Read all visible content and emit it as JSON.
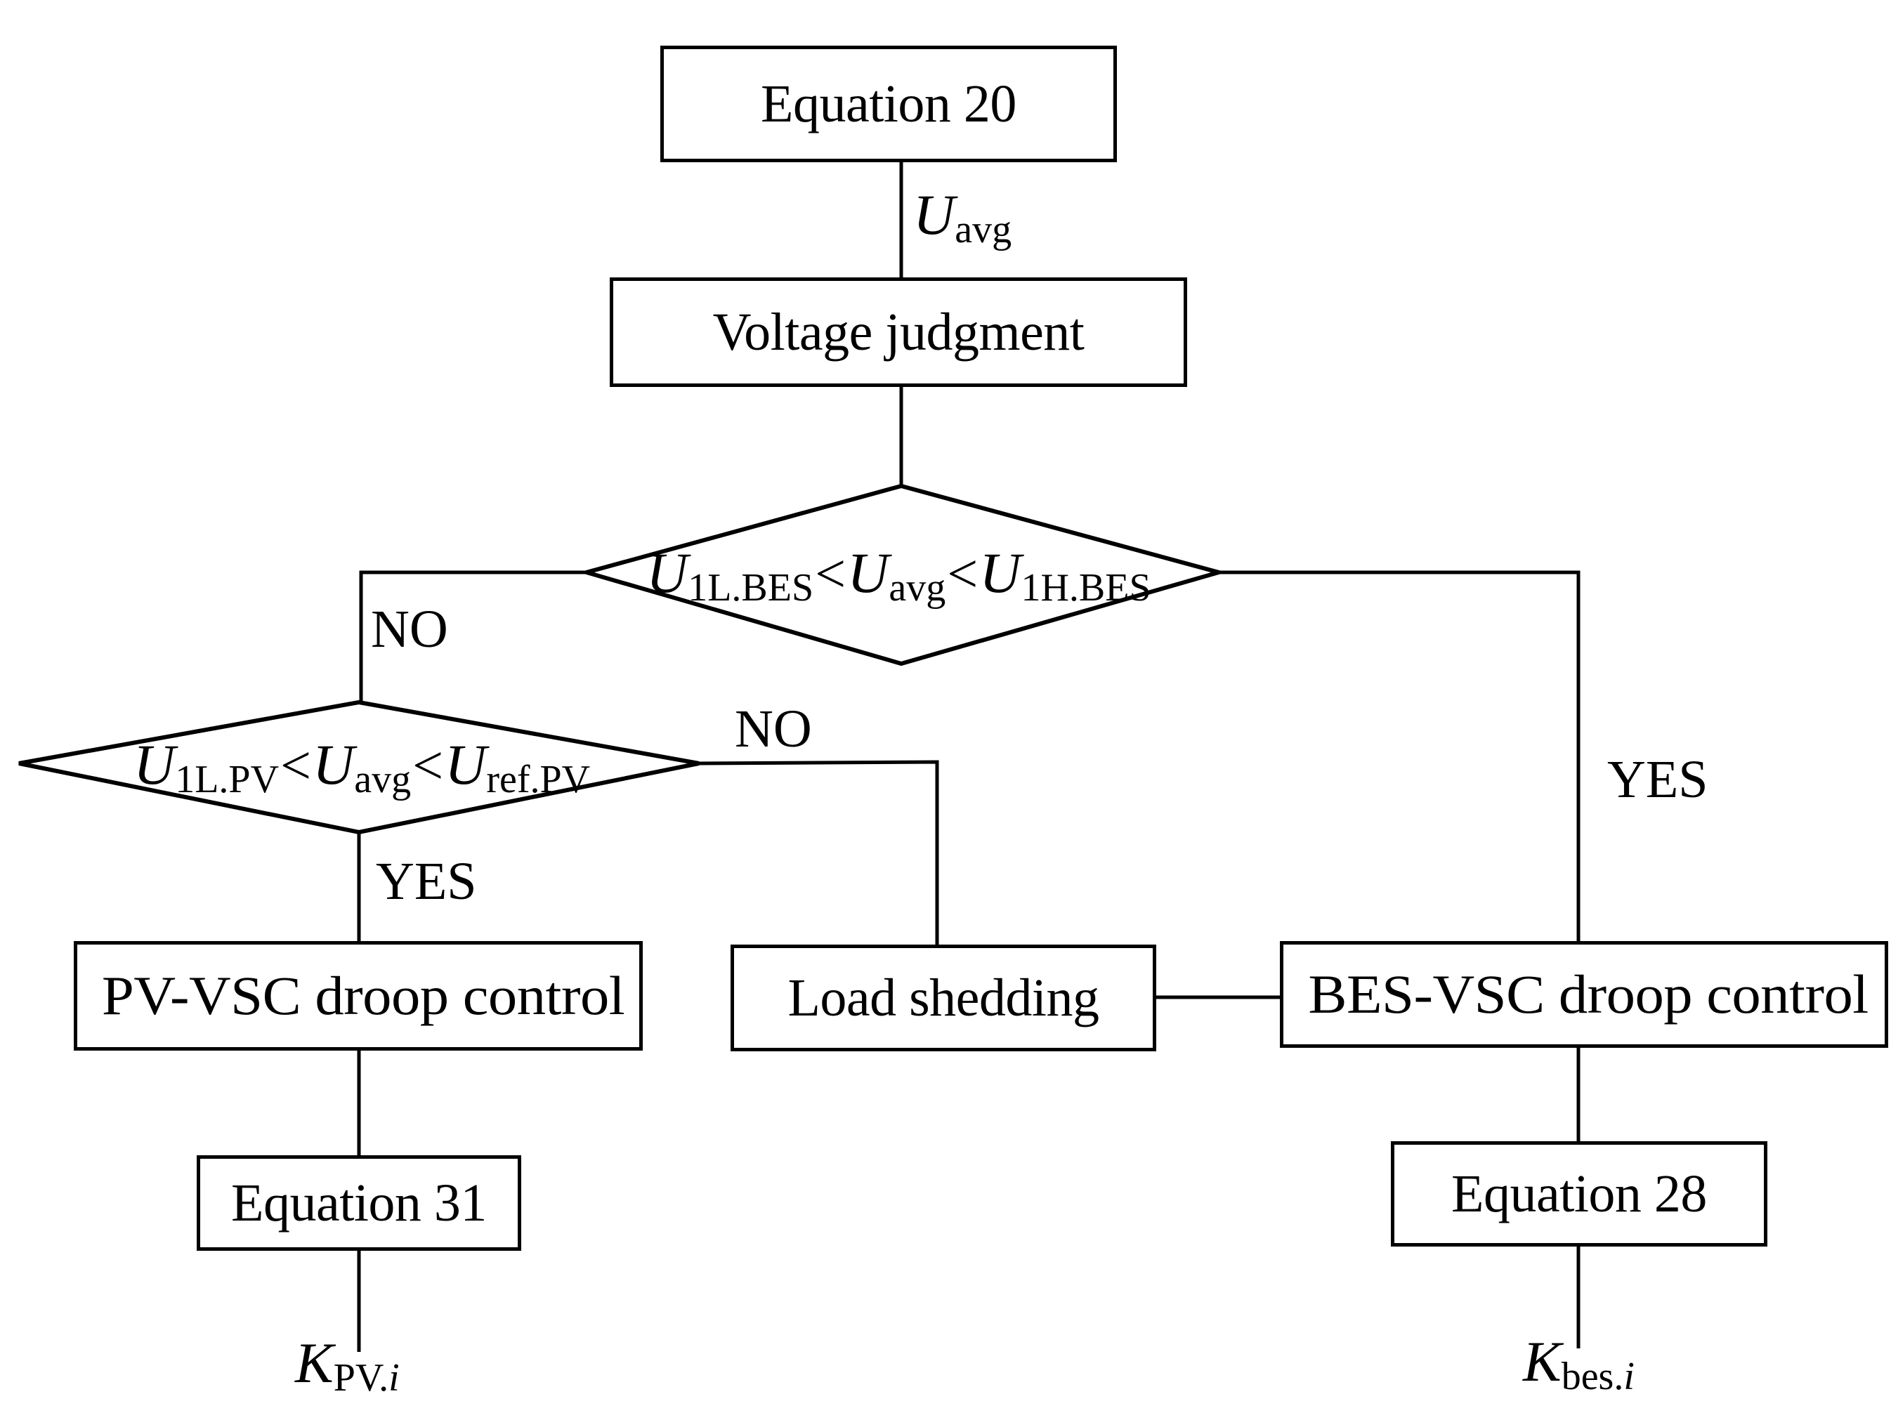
{
  "diagram": {
    "title": "Adaptive droop control voltage-judgment flowchart",
    "stroke_color": "#000000",
    "background_color": "#ffffff",
    "nodes": {
      "equation20": {
        "label": "Equation 20",
        "shape": "rectangle"
      },
      "voltage_judgment": {
        "label": "Voltage judgment",
        "shape": "rectangle"
      },
      "decision_bes": {
        "shape": "diamond",
        "lhs_symbol": "U",
        "lhs_sub": "1L.BES",
        "mid_symbol": "U",
        "mid_sub": "avg",
        "rhs_symbol": "U",
        "rhs_sub": "1H.BES",
        "operator": "<",
        "plain": "U1L.BES<Uavg<U1H.BES"
      },
      "decision_pv": {
        "shape": "diamond",
        "lhs_symbol": "U",
        "lhs_sub": "1L.PV",
        "mid_symbol": "U",
        "mid_sub": "avg",
        "rhs_symbol": "U",
        "rhs_sub": "ref.PV",
        "operator": "<",
        "plain": "U1L.PV<Uavg<Uref.PV"
      },
      "pv_vsc_droop": {
        "label": "PV-VSC droop control",
        "shape": "rectangle"
      },
      "load_shedding": {
        "label": "Load shedding",
        "shape": "rectangle"
      },
      "bes_vsc_droop": {
        "label": "BES-VSC droop control",
        "shape": "rectangle"
      },
      "equation31": {
        "label": "Equation 31",
        "shape": "rectangle"
      },
      "equation28": {
        "label": "Equation 28",
        "shape": "rectangle"
      }
    },
    "edge_labels": {
      "u_avg": {
        "symbol": "U",
        "sub": "avg",
        "plain": "Uavg"
      },
      "k_pv": {
        "symbol": "K",
        "sub": "PV.",
        "sub_italic": "i",
        "plain": "KPV.i"
      },
      "k_bes": {
        "symbol": "K",
        "sub": "bes.",
        "sub_italic": "i",
        "plain": "Kbes.i"
      }
    },
    "branch_flags": {
      "bes_no": "NO",
      "bes_yes": "YES",
      "pv_no": "NO",
      "pv_yes": "YES"
    }
  }
}
